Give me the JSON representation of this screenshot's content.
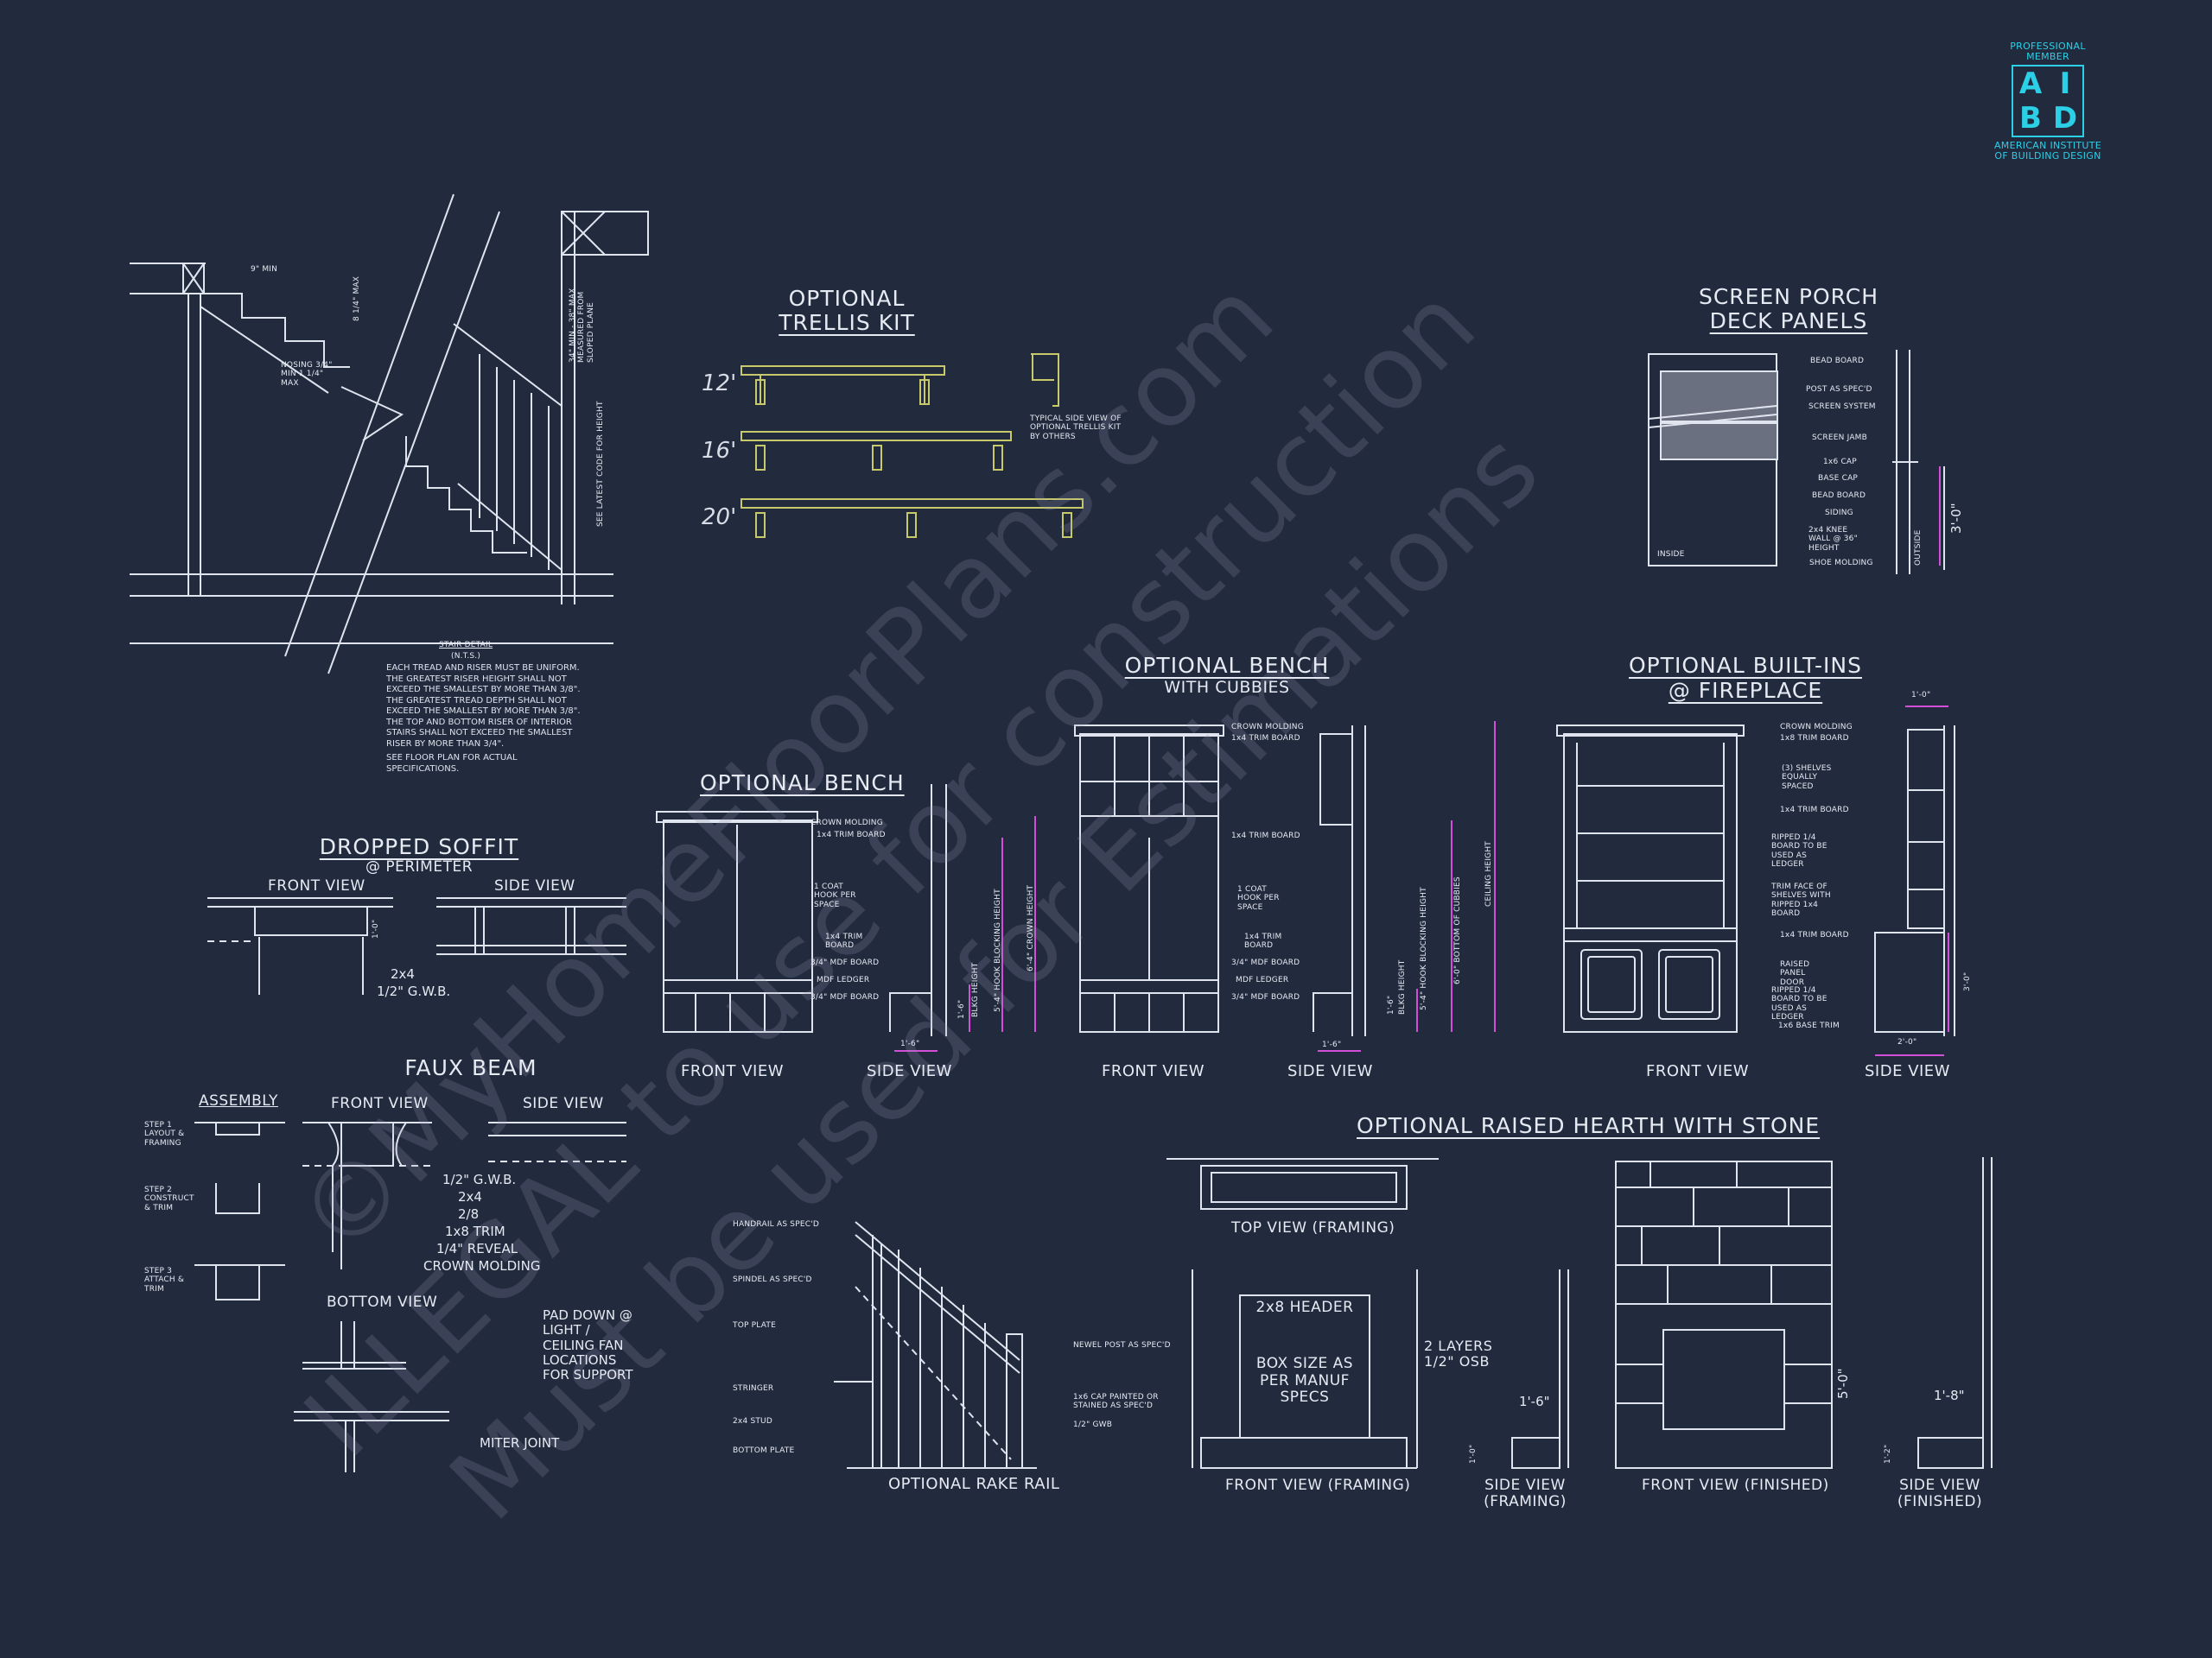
{
  "logo": {
    "top_text": "PROFESSIONAL MEMBER",
    "letters": [
      "A",
      "I",
      "B",
      "D"
    ],
    "bottom_text": "AMERICAN INSTITUTE OF BUILDING DESIGN",
    "color": "#2bd0e6"
  },
  "watermark": {
    "line1": "©MyHomeFloorPlans.com",
    "line2": "ILLEGAL to use for construction",
    "line3": "Must be used for Estimations"
  },
  "stair": {
    "detail_title": "STAIR DETAIL",
    "detail_scale": "(N.T.S.)",
    "nosing": "NOSING 3/4\" MIN 1 1/4\" MAX",
    "tread": "9\" MIN",
    "riser": "8 1/4\" MAX",
    "handrail_height": "34\" MIN - 38\" MAX MEASURED FROM SLOPED PLANE",
    "guard_height": "SEE LATEST CODE FOR HEIGHT",
    "notes": "EACH TREAD AND RISER MUST BE UNIFORM. THE GREATEST RISER HEIGHT SHALL NOT EXCEED THE SMALLEST BY MORE THAN 3/8\". THE GREATEST TREAD DEPTH SHALL NOT EXCEED THE SMALLEST BY MORE THAN 3/8\". THE TOP AND BOTTOM RISER OF INTERIOR STAIRS SHALL NOT EXCEED THE SMALLEST RISER BY MORE THAN 3/4\".",
    "notes_ref": "SEE FLOOR PLAN FOR ACTUAL SPECIFICATIONS."
  },
  "trellis": {
    "title1": "OPTIONAL",
    "title2": "TRELLIS KIT",
    "sizes": [
      "12'",
      "16'",
      "20'"
    ],
    "side_note": "TYPICAL SIDE VIEW OF OPTIONAL TRELLIS KIT BY OTHERS",
    "color": "#c8c96a"
  },
  "screen_porch": {
    "title1": "SCREEN PORCH",
    "title2": "DECK PANELS",
    "labels": [
      "BEAD BOARD",
      "POST AS SPEC'D",
      "SCREEN SYSTEM",
      "SCREEN JAMB",
      "1x6 CAP",
      "BASE CAP",
      "BEAD BOARD",
      "SIDING",
      "2x4 KNEE WALL @ 36\" HEIGHT",
      "SHOE MOLDING"
    ],
    "inside": "INSIDE",
    "outside": "OUTSIDE",
    "dim": "3'-0\""
  },
  "bench_cubbies": {
    "title1": "OPTIONAL BENCH",
    "title2": "WITH CUBBIES",
    "labels": [
      "CROWN MOLDING",
      "1x4 TRIM BOARD",
      "1x4 TRIM BOARD",
      "1 COAT HOOK PER SPACE",
      "1x4 TRIM BOARD",
      "3/4\" MDF BOARD",
      "MDF LEDGER",
      "3/4\" MDF BOARD"
    ],
    "dims": [
      "1'-6\"",
      "1'-6\"",
      "BLKG HEIGHT",
      "5'-4\" HOOK BLOCKING HEIGHT",
      "6'-0\" BOTTOM OF CUBBIES",
      "CEILING HEIGHT"
    ],
    "front": "FRONT VIEW",
    "side": "SIDE VIEW"
  },
  "builtins": {
    "title1": "OPTIONAL BUILT-INS",
    "title2": "@ FIREPLACE",
    "labels": [
      "CROWN MOLDING",
      "1x8 TRIM BOARD",
      "(3) SHELVES EQUALLY SPACED",
      "1x4 TRIM BOARD",
      "RIPPED 1/4 BOARD TO BE USED AS LEDGER",
      "TRIM FACE OF SHELVES WITH RIPPED 1x4 BOARD",
      "1x4 TRIM BOARD",
      "RAISED PANEL DOOR",
      "RIPPED 1/4 BOARD TO BE USED AS LEDGER",
      "1x6 BASE TRIM"
    ],
    "dims": [
      "1'-0\"",
      "3'-0\"",
      "2'-0\""
    ],
    "front": "FRONT VIEW",
    "side": "SIDE VIEW"
  },
  "bench": {
    "title": "OPTIONAL BENCH",
    "labels": [
      "CROWN MOLDING",
      "1x4 TRIM BOARD",
      "1 COAT HOOK PER SPACE",
      "1x4 TRIM BOARD",
      "3/4\" MDF BOARD",
      "MDF LEDGER",
      "3/4\" MDF BOARD"
    ],
    "dims": [
      "1'-6\"",
      "1'-6\"",
      "BLKG HEIGHT",
      "5'-4\" HOOK BLOCKING HEIGHT",
      "6'-4\" CROWN HEIGHT"
    ],
    "front": "FRONT VIEW",
    "side": "SIDE VIEW"
  },
  "soffit": {
    "title": "DROPPED SOFFIT",
    "sub": "@ PERIMETER",
    "front": "FRONT VIEW",
    "side": "SIDE VIEW",
    "dim": "1'-0\"",
    "lbl1": "2x4",
    "lbl2": "1/2\" G.W.B."
  },
  "faux_beam": {
    "title": "FAUX BEAM",
    "assembly": "ASSEMBLY",
    "front": "FRONT VIEW",
    "side": "SIDE VIEW",
    "bottom": "BOTTOM VIEW",
    "steps": [
      "STEP 1 LAYOUT & FRAMING",
      "STEP 2 CONSTRUCT & TRIM",
      "STEP 3 ATTACH & TRIM"
    ],
    "callouts": [
      "1/2\" G.W.B.",
      "2x4",
      "2/8",
      "1x8 TRIM",
      "1/4\" REVEAL",
      "CROWN MOLDING"
    ],
    "pad_note": "PAD DOWN @ LIGHT / CEILING FAN LOCATIONS FOR SUPPORT",
    "miter": "MITER JOINT"
  },
  "rake_rail": {
    "title": "OPTIONAL RAKE RAIL",
    "labels": [
      "HANDRAIL AS SPEC'D",
      "SPINDEL AS SPEC'D",
      "TOP PLATE",
      "STRINGER",
      "2x4 STUD",
      "BOTTOM PLATE",
      "NEWEL POST AS SPEC'D",
      "1x6 CAP PAINTED OR STAINED AS SPEC'D",
      "1/2\" GWB"
    ]
  },
  "hearth": {
    "title": "OPTIONAL RAISED HEARTH WITH STONE",
    "top_view": "TOP VIEW (FRAMING)",
    "header": "2x8 HEADER",
    "box_size": "BOX SIZE AS PER MANUF SPECS",
    "osb": "2 LAYERS 1/2\" OSB",
    "front_framing": "FRONT VIEW (FRAMING)",
    "side_framing1": "SIDE VIEW",
    "side_framing2": "(FRAMING)",
    "front_finished": "FRONT VIEW (FINISHED)",
    "side_finished1": "SIDE VIEW",
    "side_finished2": "(FINISHED)",
    "dims": [
      "1'-6\"",
      "1'-0\"",
      "5'-0\"",
      "1'-8\"",
      "1'-2\""
    ]
  },
  "colors": {
    "background": "#222a3e",
    "line": "#dfe4ee",
    "accent_magenta": "#d34fd8",
    "accent_yellow": "#c8c96a",
    "logo_cyan": "#2bd0e6"
  }
}
